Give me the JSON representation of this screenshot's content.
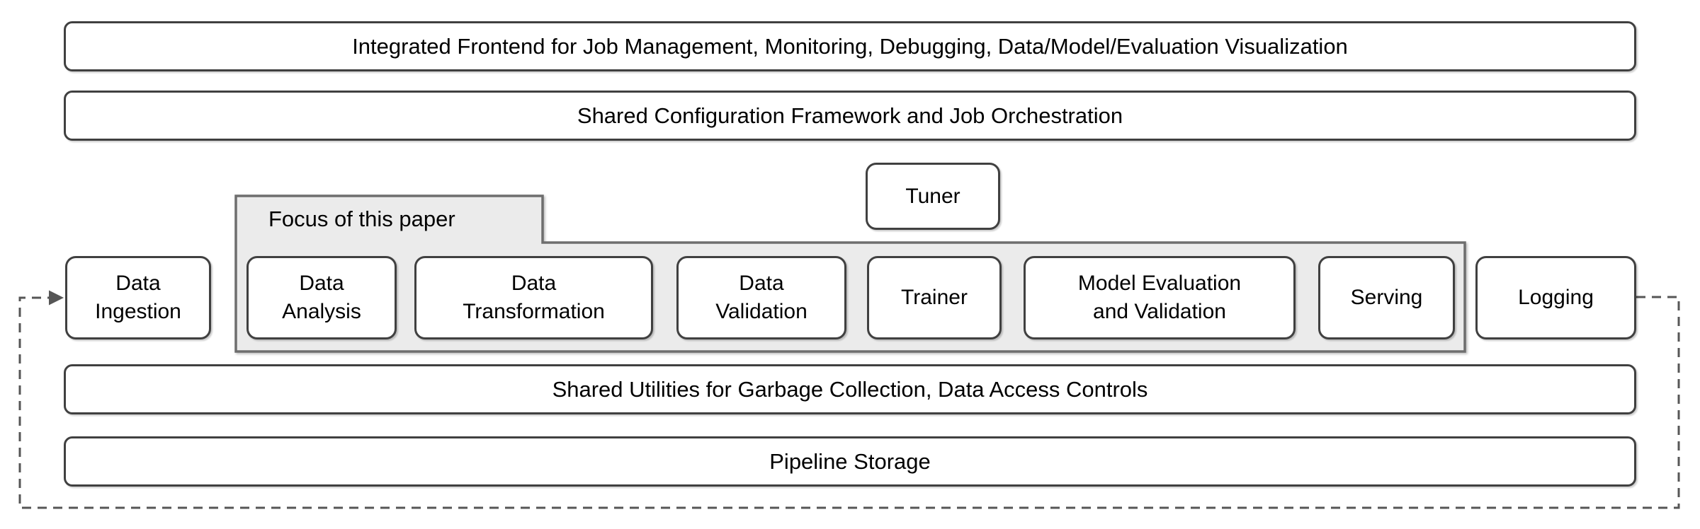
{
  "diagram": {
    "name": "TFX platform architecture diagram"
  },
  "title_bars": {
    "frontend": "Integrated Frontend for Job Management, Monitoring, Debugging, Data/Model/Evaluation Visualization",
    "orchestration": "Shared Configuration Framework and Job Orchestration",
    "utilities": "Shared Utilities for Garbage Collection, Data Access Controls",
    "storage": "Pipeline Storage"
  },
  "focus_region": {
    "label": "Focus of this paper"
  },
  "components": [
    {
      "id": "tuner",
      "label": "Tuner",
      "in_focus_region": false
    },
    {
      "id": "data-ingestion",
      "label": "Data\nIngestion",
      "in_focus_region": false
    },
    {
      "id": "data-analysis",
      "label": "Data\nAnalysis",
      "in_focus_region": true
    },
    {
      "id": "data-transformation",
      "label": "Data\nTransformation",
      "in_focus_region": true
    },
    {
      "id": "data-validation",
      "label": "Data\nValidation",
      "in_focus_region": true
    },
    {
      "id": "trainer",
      "label": "Trainer",
      "in_focus_region": true
    },
    {
      "id": "model-evaluation",
      "label": "Model Evaluation\nand Validation",
      "in_focus_region": true
    },
    {
      "id": "serving",
      "label": "Serving",
      "in_focus_region": true
    },
    {
      "id": "logging",
      "label": "Logging",
      "in_focus_region": false
    }
  ],
  "connections": [
    {
      "id": "feedback-loop",
      "from": "logging",
      "to": "data-ingestion",
      "style": "dashed",
      "arrow_at": "data-ingestion"
    }
  ],
  "colors": {
    "background": "#ffffff",
    "box_fill": "#ffffff",
    "box_border": "#404040",
    "focus_region_fill": "#ebebeb",
    "focus_region_border": "#6e6e6e",
    "dashed_line": "#565656",
    "text": "#000000"
  }
}
